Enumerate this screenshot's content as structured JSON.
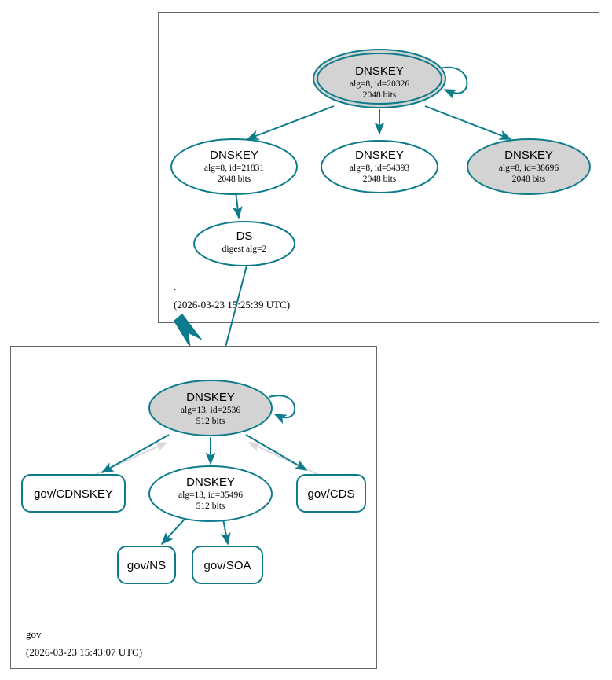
{
  "diagram": {
    "type": "dnssec-authentication-chain",
    "colors": {
      "accent": "#0c7b8c",
      "secure_key_fill": "#d3d3d3",
      "plain_key_fill": "#ffffff",
      "zone_border": "#666666",
      "inactive_edge": "#d9d9d9"
    }
  },
  "zones": [
    {
      "id": "root",
      "name": ".",
      "timestamp": "(2026-03-23 15:25:39 UTC)",
      "nodes": [
        {
          "id": "root-ksk-20326",
          "kind": "DNSKEY",
          "title": "DNSKEY",
          "params": "alg=8, id=20326",
          "size": "2048 bits",
          "fill": "gray",
          "double_border": true,
          "self_loop": true
        },
        {
          "id": "root-zsk-21831",
          "kind": "DNSKEY",
          "title": "DNSKEY",
          "params": "alg=8, id=21831",
          "size": "2048 bits",
          "fill": "white",
          "double_border": false,
          "self_loop": false
        },
        {
          "id": "root-zsk-54393",
          "kind": "DNSKEY",
          "title": "DNSKEY",
          "params": "alg=8, id=54393",
          "size": "2048 bits",
          "fill": "white",
          "double_border": false,
          "self_loop": false
        },
        {
          "id": "root-key-38696",
          "kind": "DNSKEY",
          "title": "DNSKEY",
          "params": "alg=8, id=38696",
          "size": "2048 bits",
          "fill": "gray",
          "double_border": false,
          "self_loop": false
        },
        {
          "id": "root-ds",
          "kind": "DS",
          "title": "DS",
          "params": "digest alg=2",
          "size": "",
          "fill": "white",
          "double_border": false,
          "self_loop": false
        }
      ]
    },
    {
      "id": "gov",
      "name": "gov",
      "timestamp": "(2026-03-23 15:43:07 UTC)",
      "nodes": [
        {
          "id": "gov-ksk-2536",
          "kind": "DNSKEY",
          "title": "DNSKEY",
          "params": "alg=13, id=2536",
          "size": "512 bits",
          "fill": "gray",
          "double_border": false,
          "self_loop": true
        },
        {
          "id": "gov-zsk-35496",
          "kind": "DNSKEY",
          "title": "DNSKEY",
          "params": "alg=13, id=35496",
          "size": "512 bits",
          "fill": "white",
          "double_border": false,
          "self_loop": false
        }
      ],
      "rrsets": [
        {
          "id": "gov-cdnskey",
          "label": "gov/CDNSKEY"
        },
        {
          "id": "gov-cds",
          "label": "gov/CDS"
        },
        {
          "id": "gov-ns",
          "label": "gov/NS"
        },
        {
          "id": "gov-soa",
          "label": "gov/SOA"
        }
      ]
    }
  ],
  "edges": [
    {
      "from": "root-ksk-20326",
      "to": "root-ksk-20326",
      "style": "self-loop"
    },
    {
      "from": "root-ksk-20326",
      "to": "root-zsk-21831",
      "style": "solid"
    },
    {
      "from": "root-ksk-20326",
      "to": "root-zsk-54393",
      "style": "solid"
    },
    {
      "from": "root-ksk-20326",
      "to": "root-key-38696",
      "style": "solid"
    },
    {
      "from": "root-zsk-21831",
      "to": "root-ds",
      "style": "solid"
    },
    {
      "from": "root-ds",
      "to": "gov-ksk-2536",
      "style": "solid"
    },
    {
      "from": "root-zone",
      "to": "gov-zone",
      "style": "delegation"
    },
    {
      "from": "gov-ksk-2536",
      "to": "gov-ksk-2536",
      "style": "self-loop"
    },
    {
      "from": "gov-ksk-2536",
      "to": "gov-cdnskey",
      "style": "solid"
    },
    {
      "from": "gov-ksk-2536",
      "to": "gov-zsk-35496",
      "style": "solid"
    },
    {
      "from": "gov-ksk-2536",
      "to": "gov-cds",
      "style": "solid"
    },
    {
      "from": "gov-cdnskey",
      "to": "gov-ksk-2536",
      "style": "inactive"
    },
    {
      "from": "gov-cds",
      "to": "gov-ksk-2536",
      "style": "inactive"
    },
    {
      "from": "gov-zsk-35496",
      "to": "gov-ns",
      "style": "solid"
    },
    {
      "from": "gov-zsk-35496",
      "to": "gov-soa",
      "style": "solid"
    }
  ]
}
